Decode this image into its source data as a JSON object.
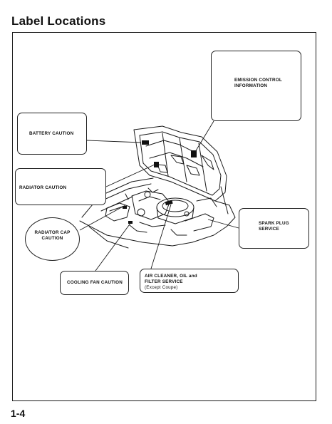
{
  "page": {
    "title": "Label Locations",
    "page_number": "1-4"
  },
  "callouts": {
    "emission": [
      "EMISSION CONTROL",
      "INFORMATION"
    ],
    "battery": "BATTERY CAUTION",
    "radiator": "RADIATOR CAUTION",
    "radiator_cap": [
      "RADIATOR CAP",
      "CAUTION"
    ],
    "cooling_fan": "COOLING FAN CAUTION",
    "air_cleaner": [
      "AIR CLEANER, OIL and",
      "FILTER SERVICE",
      "(Except Coupe)"
    ],
    "spark_plug": [
      "SPARK PLUG",
      "SERVICE"
    ]
  }
}
